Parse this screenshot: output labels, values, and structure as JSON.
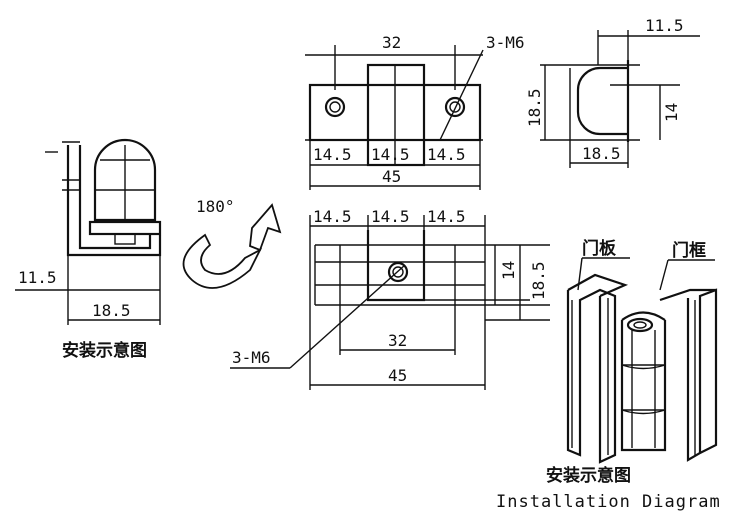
{
  "side_view": {
    "dim_width": "11.5",
    "dim_height": "18.5",
    "caption": "安装示意图"
  },
  "rotation": {
    "label": "180°"
  },
  "top_view": {
    "dim_total_top": "32",
    "dim_hole": "3-M6",
    "dim_seg1": "14.5",
    "dim_seg2": "14.5",
    "dim_seg3": "14.5",
    "dim_total": "45"
  },
  "end_view": {
    "dim_top": "11.5",
    "dim_left": "18.5",
    "dim_right": "14",
    "dim_bottom": "18.5"
  },
  "front_view": {
    "dim_seg1": "14.5",
    "dim_seg2": "14.5",
    "dim_seg3": "14.5",
    "dim_h1": "14",
    "dim_h2": "18.5",
    "dim_hole": "3-M6",
    "dim_inner": "32",
    "dim_total": "45"
  },
  "installation": {
    "label_door_panel": "门板",
    "label_door_frame": "门框",
    "caption_cn": "安装示意图",
    "caption_en": "Installation Diagram"
  }
}
